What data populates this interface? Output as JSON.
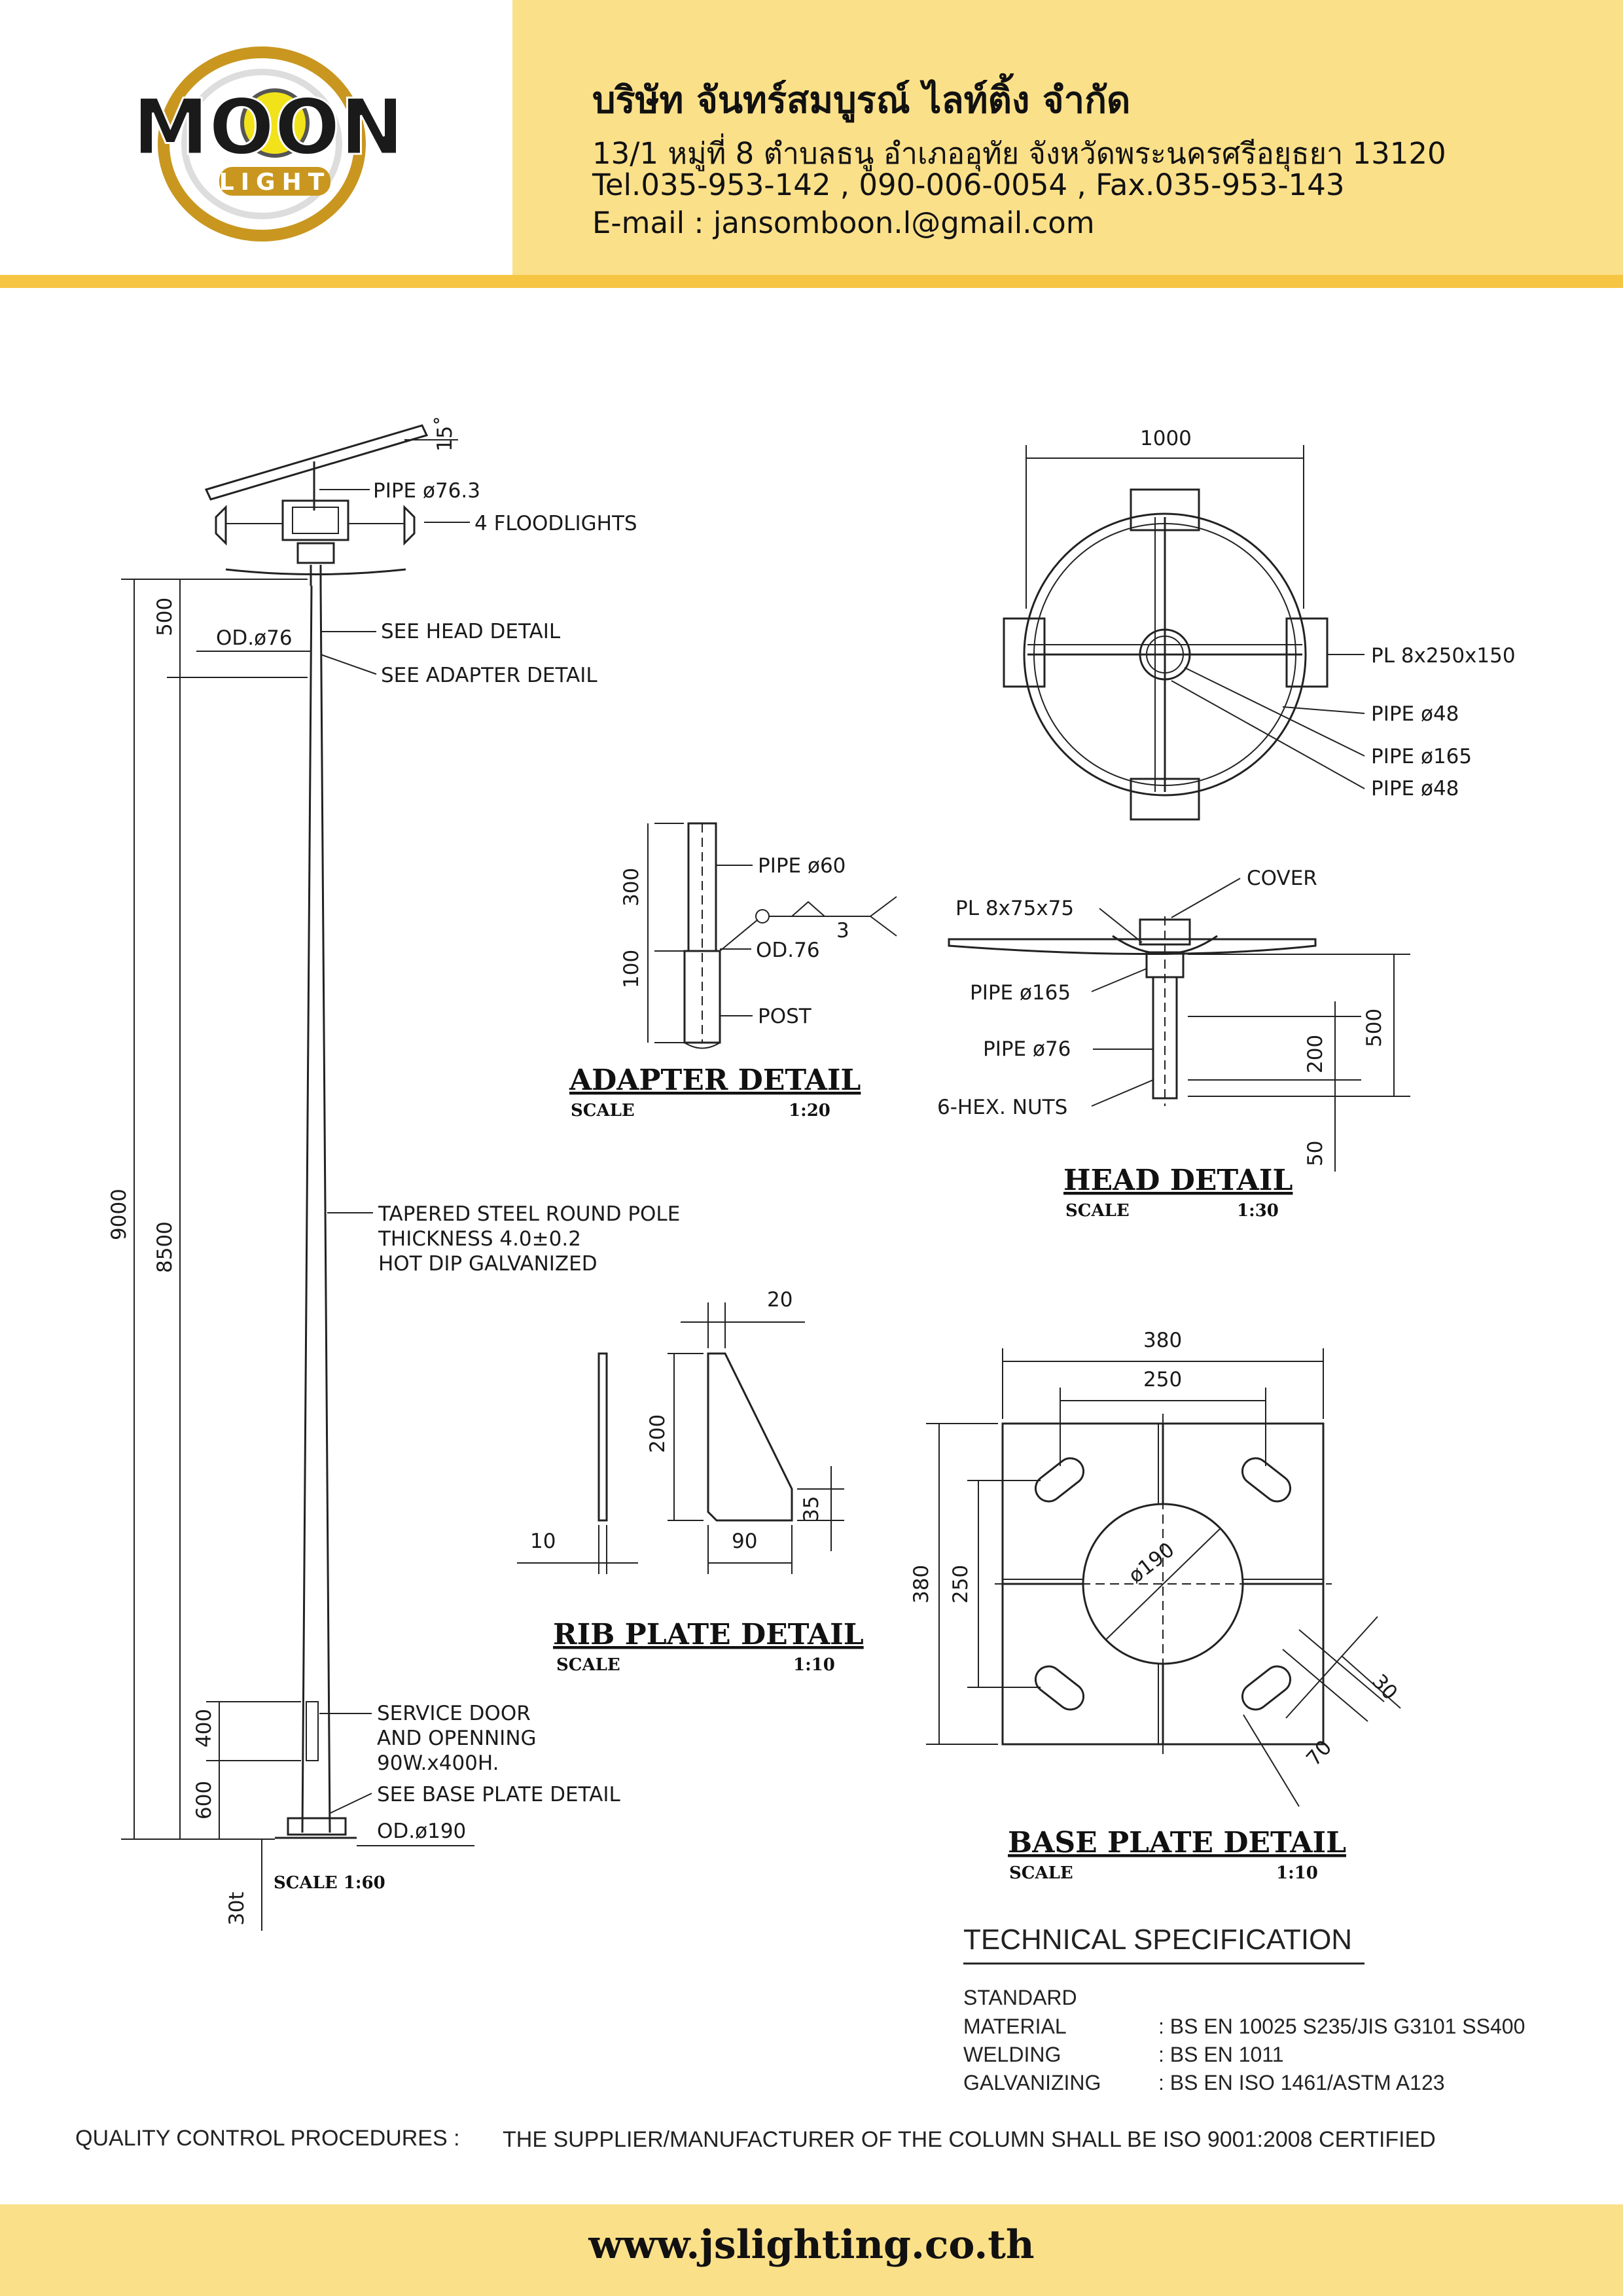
{
  "header": {
    "logo_text": "MOON",
    "logo_sub": "LIGHT",
    "company": "บริษัท จันทร์สมบูรณ์ ไลท์ติ้ง จำกัด",
    "address": "13/1 หมู่ที่ 8 ตำบลธนู อำเภออุทัย จังหวัดพระนครศรีอยุธยา 13120",
    "tel": "Tel.035-953-142 , 090-006-0054 , Fax.035-953-143",
    "email": "E-mail : jansomboon.l@gmail.com"
  },
  "pole": {
    "angle": "15˚",
    "pipe_top": "PIPE ø76.3",
    "floodlights": "4 FLOODLIGHTS",
    "od_top": "OD.ø76",
    "see_head": "SEE HEAD DETAIL",
    "see_adapter": "SEE ADAPTER DETAIL",
    "desc_1": "TAPERED STEEL ROUND POLE",
    "desc_2": "THICKNESS 4.0±0.2",
    "desc_3": "HOT DIP GALVANIZED",
    "door_1": "SERVICE DOOR",
    "door_2": "AND OPENNING",
    "door_3": "90W.x400H.",
    "see_base": "SEE BASE PLATE DETAIL",
    "od_base": "OD.ø190",
    "scale": "SCALE 1:60",
    "dims": {
      "total": "9000",
      "shaft": "8500",
      "top": "500",
      "door": "400",
      "door_base": "600",
      "plate": "30t"
    }
  },
  "adapter": {
    "title": "ADAPTER DETAIL",
    "scale_label": "SCALE",
    "scale_value": "1:20",
    "pipe": "PIPE ø60",
    "od": "OD.76",
    "weld": "3",
    "post": "POST",
    "dim_300": "300",
    "dim_100": "100"
  },
  "top_view": {
    "dim_1000": "1000",
    "pl": "PL 8x250x150",
    "pipe_48a": "PIPE ø48",
    "pipe_165": "PIPE ø165",
    "pipe_48b": "PIPE ø48"
  },
  "head": {
    "title": "HEAD DETAIL",
    "scale_label": "SCALE",
    "scale_value": "1:30",
    "cover": "COVER",
    "pl": "PL 8x75x75",
    "pipe_165": "PIPE ø165",
    "pipe_76": "PIPE ø76",
    "nuts": "6-HEX. NUTS",
    "dim_500": "500",
    "dim_200": "200",
    "dim_50": "50"
  },
  "rib": {
    "title": "RIB PLATE DETAIL",
    "scale_label": "SCALE",
    "scale_value": "1:10",
    "dim_20": "20",
    "dim_200": "200",
    "dim_35": "35",
    "dim_10": "10",
    "dim_90": "90"
  },
  "base": {
    "title": "BASE PLATE DETAIL",
    "scale_label": "SCALE",
    "scale_value": "1:10",
    "dim_380_top": "380",
    "dim_250_top": "250",
    "dim_380_left": "380",
    "dim_250_left": "250",
    "dia": "ø190",
    "dim_30": "30",
    "dim_70": "70"
  },
  "spec": {
    "title": "TECHNICAL SPECIFICATION",
    "rows": [
      {
        "label": "STANDARD",
        "value": ""
      },
      {
        "label": "MATERIAL",
        "value": ": BS EN 10025 S235/JIS G3101 SS400"
      },
      {
        "label": "WELDING",
        "value": ": BS EN 1011"
      },
      {
        "label": "GALVANIZING",
        "value": ": BS EN ISO 1461/ASTM A123"
      }
    ]
  },
  "qc": {
    "label": "QUALITY CONTROL PROCEDURES :",
    "text": "THE SUPPLIER/MANUFACTURER OF THE COLUMN SHALL BE ISO 9001:2008 CERTIFIED"
  },
  "footer": {
    "website": "www.jslighting.co.th"
  },
  "colors": {
    "header_band": "#fbe08a",
    "header_rule": "#f6c542",
    "logo_gold": "#c9971f",
    "logo_yellow": "#f2e21a"
  }
}
